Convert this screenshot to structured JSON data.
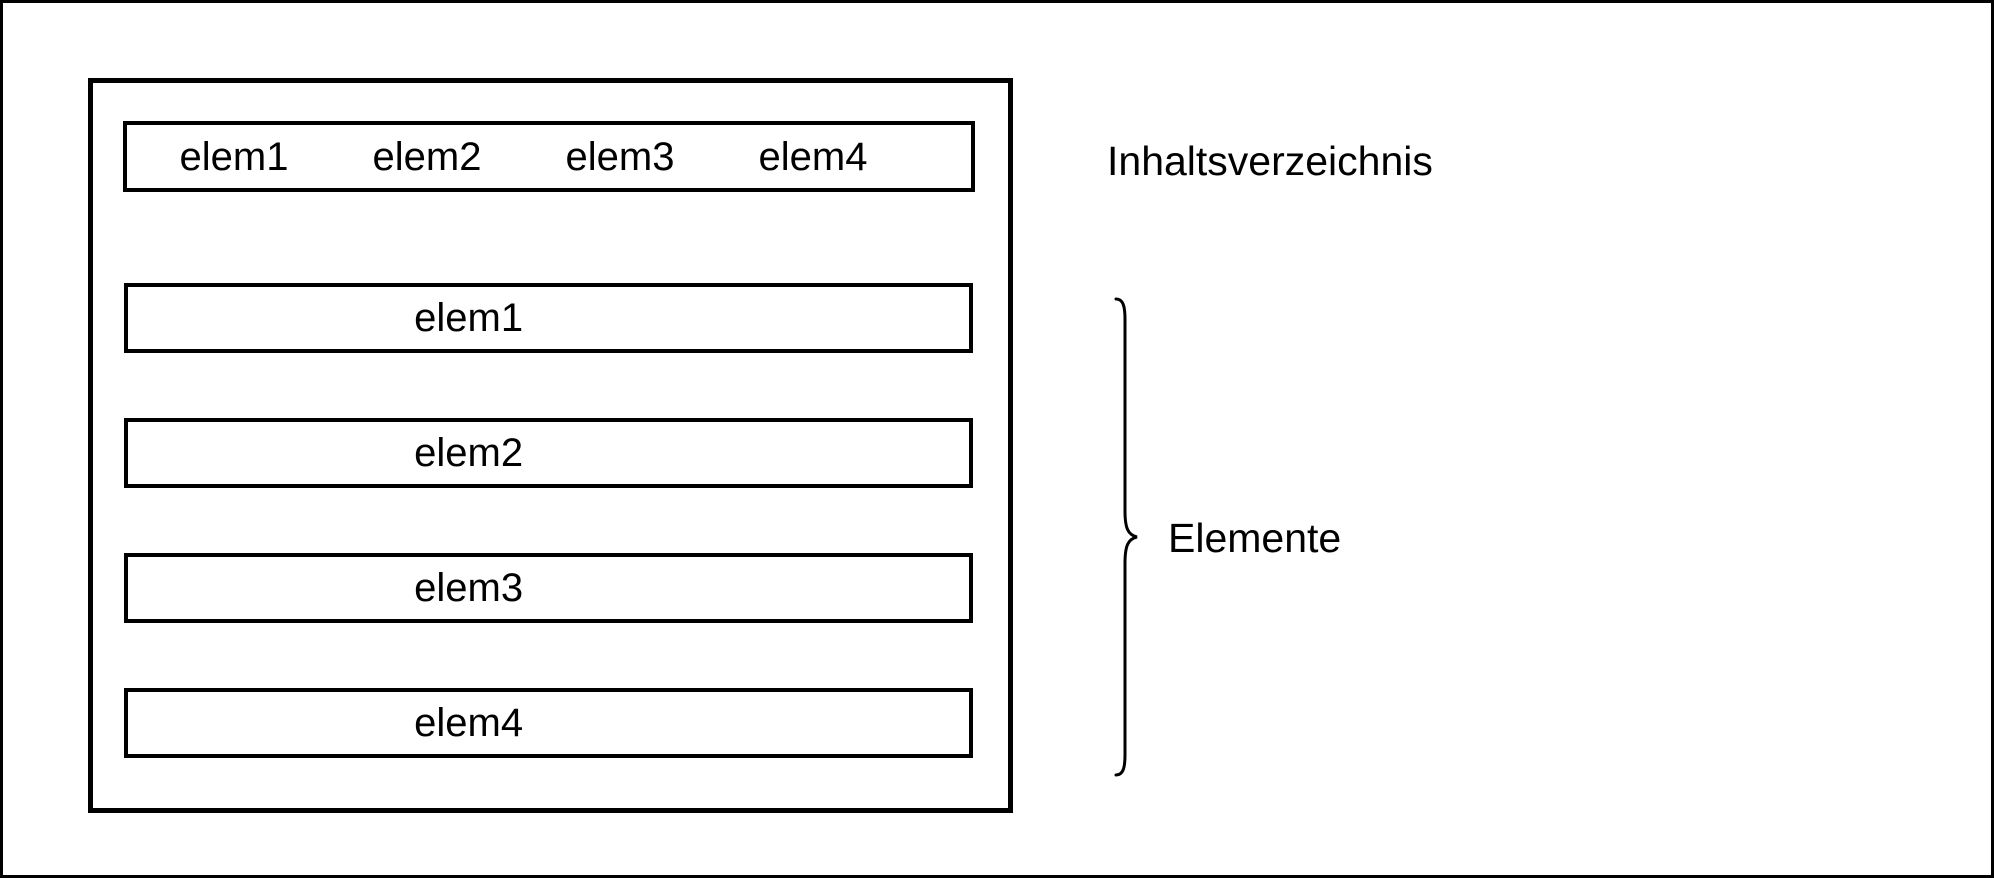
{
  "figure": {
    "document_box": {
      "toc_bar": {
        "items": [
          "elem1",
          "elem2",
          "elem3",
          "elem4"
        ]
      },
      "element_rows": [
        "elem1",
        "elem2",
        "elem3",
        "elem4"
      ]
    },
    "annotations": {
      "toc_label": "Inhaltsverzeichnis",
      "elements_label": "Elemente",
      "brace_icon": "curly-brace-right"
    },
    "colors": {
      "line": "#000000",
      "background": "#ffffff",
      "text": "#000000"
    }
  }
}
